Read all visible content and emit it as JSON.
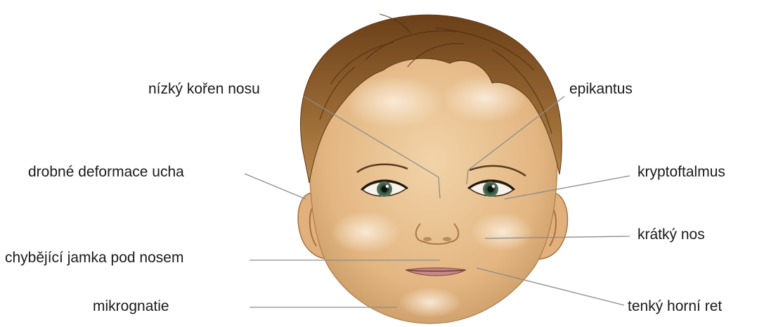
{
  "labels": {
    "nasal_root": "nízký kořen nosu",
    "epicanthus": "epikantus",
    "ear_deformities": "drobné deformace ucha",
    "cryptophthalmus": "kryptoftalmus",
    "short_nose": "krátký nos",
    "missing_philtrum": "chybějící jamka pod nosem",
    "micrognathia": "mikrognatie",
    "thin_upper_lip": "tenký horní ret"
  },
  "colors": {
    "skin": "#e8c08e",
    "skin_light": "#f3dcc0",
    "skin_shadow": "#c99a66",
    "hair": "#8a5a2b",
    "hair_dark": "#5e3815",
    "iris": "#3d5a44",
    "lip": "#c88a86",
    "leader_line": "#8c8c8c"
  }
}
